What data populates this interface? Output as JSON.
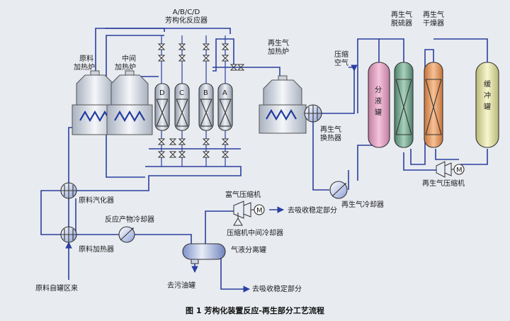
{
  "labels": {
    "reactors": "A/B/C/D",
    "reactors_name": "芳构化反应器",
    "feed_furnace_1": "原料",
    "feed_furnace_2": "加热炉",
    "mid_furnace_1": "中间",
    "mid_furnace_2": "加热炉",
    "regen_furnace_1": "再生气",
    "regen_furnace_2": "加热炉",
    "compressed_air_1": "压缩",
    "compressed_air_2": "空气",
    "regen_hx_1": "再生气",
    "regen_hx_2": "换热器",
    "desulfur_1": "再生气",
    "desulfur_2": "脱硫器",
    "dryer_1": "再生气",
    "dryer_2": "干燥器",
    "sep_tank": [
      "分",
      "液",
      "罐"
    ],
    "buffer_tank": [
      "缓",
      "冲",
      "罐"
    ],
    "regen_cooler": "再生气冷却器",
    "regen_compressor": "再生气压缩机",
    "feed_vaporizer": "原料汽化器",
    "product_cooler": "反应产物冷却器",
    "feed_heater": "原料加热器",
    "feed_source": "原料自罐区来",
    "rich_gas_compressor": "富气压缩机",
    "to_absorb_1": "去吸收稳定部分",
    "interstage_cooler": "压缩机中间冷却器",
    "gl_separator": "气液分离罐",
    "to_sewage": "去污油罐",
    "to_absorb_2": "去吸收稳定部分",
    "reactor_letters": [
      "D",
      "C",
      "B",
      "A"
    ],
    "motor": "M"
  },
  "caption": "图 1    芳构化装置反应-再生部分工艺流程",
  "colors": {
    "pipe": "#2a3f9e",
    "sep_tank": "#e8a3c8",
    "desulfurizer": "#7fb39a",
    "dryer": "#e8a06a",
    "buffer": "#ecebb0"
  }
}
